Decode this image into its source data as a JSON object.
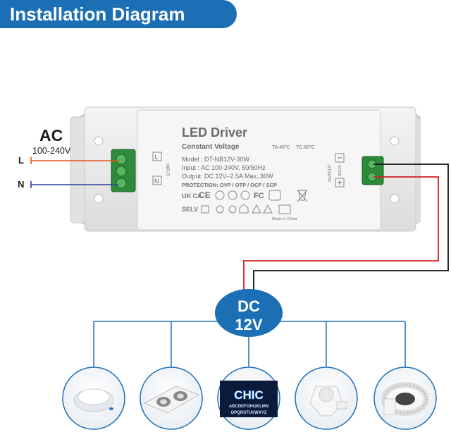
{
  "header": {
    "title": "Installation Diagram"
  },
  "ac": {
    "label": "AC",
    "range": "100-240V",
    "l": "L",
    "n": "N"
  },
  "driver": {
    "title": "LED Driver",
    "subtitle": "Constant Voltage",
    "ta": "TA:45℃",
    "tc": "TC:80℃",
    "model": "Model : DT-NB12V-30W",
    "input": "Input  : AC 100-240V,  50/60Hz",
    "output": "Output: DC 12V–2.5A Max.,30W",
    "protection": "PROTECTION: OVP / OTP / OCP / SCP",
    "input_side": "INPUT",
    "output_side": "OUTPUT",
    "dc_small": "DC12V",
    "term_l": "L",
    "term_n": "N",
    "made_in": "Made in China",
    "selv": "SELV",
    "ukca": "UK CA",
    "ce": "CE",
    "fc": "FC"
  },
  "dc": {
    "line1": "DC",
    "line2": "12V"
  },
  "devices": [
    {
      "name": "downlight"
    },
    {
      "name": "double-spotlight"
    },
    {
      "name": "sign-letters",
      "top": "CHIC",
      "row1": "ABCDEFGHIJKLMN",
      "row2": "OPQRSTUVWXYZ"
    },
    {
      "name": "gu10-bulb"
    },
    {
      "name": "led-strip"
    }
  ],
  "colors": {
    "banner": "#1d6fb5",
    "live": "#e2541d",
    "neutral": "#2a3f9e",
    "dc_plus": "#d11f1f",
    "bus": "#1d6fb5"
  }
}
